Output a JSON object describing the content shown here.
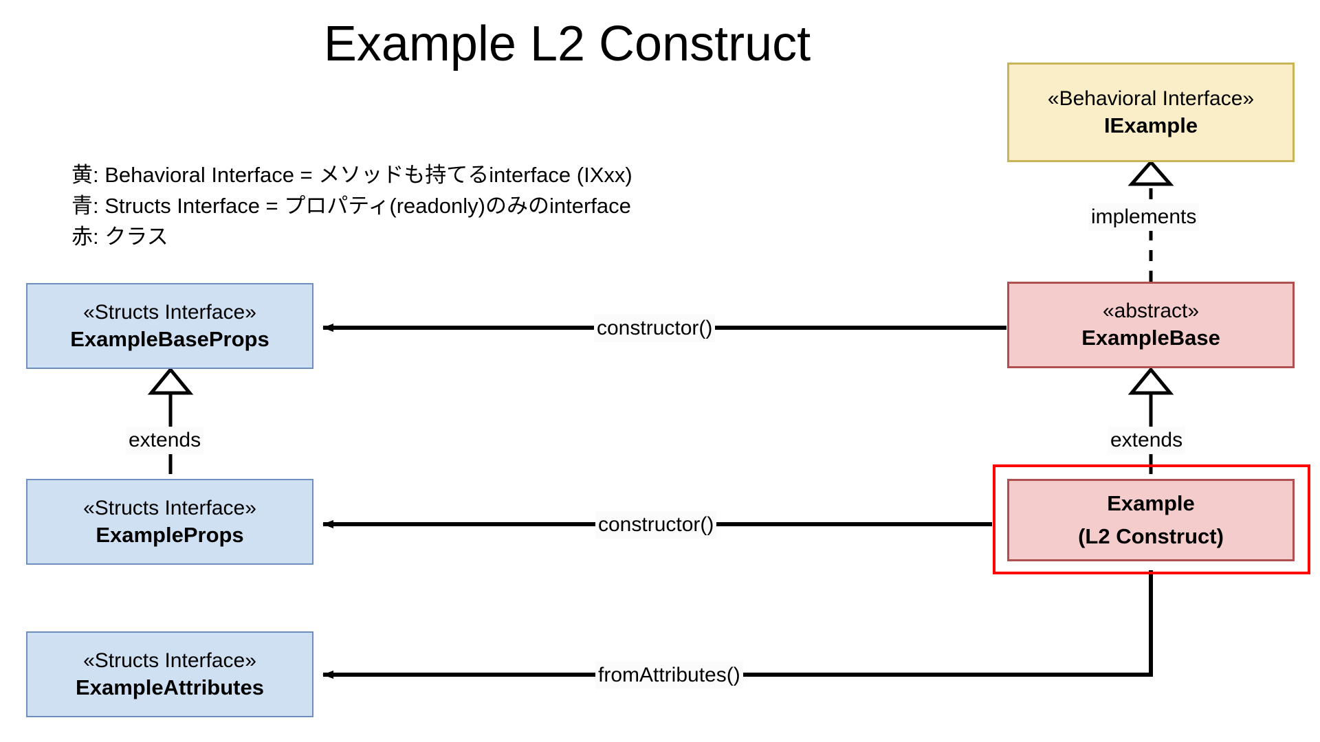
{
  "title": "Example L2 Construct",
  "legend": {
    "lines": [
      "黄: Behavioral Interface = メソッドも持てるinterface (IXxx)",
      "青: Structs Interface = プロパティ(readonly)のみのinterface",
      "赤: クラス"
    ]
  },
  "colors": {
    "yellow_fill": "#faeec9",
    "yellow_border": "#c9b458",
    "blue_fill": "#cfe0f3",
    "blue_border": "#6d8ebf",
    "pink_fill": "#f5cccc",
    "pink_border": "#b04f4f",
    "highlight": "#ff0000",
    "line": "#000000"
  },
  "nodes": {
    "iexample": {
      "stereotype": "«Behavioral Interface»",
      "name": "IExample"
    },
    "example_base_props": {
      "stereotype": "«Structs Interface»",
      "name": "ExampleBaseProps"
    },
    "example_props": {
      "stereotype": "«Structs Interface»",
      "name": "ExampleProps"
    },
    "example_attributes": {
      "stereotype": "«Structs Interface»",
      "name": "ExampleAttributes"
    },
    "example_base": {
      "stereotype": "«abstract»",
      "name": "ExampleBase"
    },
    "example": {
      "name_line1": "Example",
      "name_line2": "(L2 Construct)"
    }
  },
  "edges": {
    "implements": "implements",
    "extends_props": "extends",
    "extends_class": "extends",
    "constructor_base": "constructor()",
    "constructor_example": "constructor()",
    "from_attributes": "fromAttributes()"
  }
}
